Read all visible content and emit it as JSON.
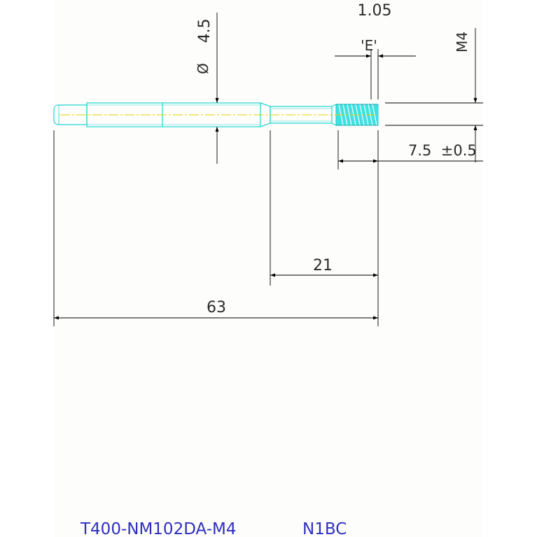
{
  "dimensions": {
    "thread_pitch": "1.05",
    "thread_ref": "'E'",
    "thread_size": "M4",
    "diameter_symbol": "Ø",
    "diameter_value": "4.5",
    "thread_length": "7.5  ±0.5",
    "shoulder_length": "21",
    "overall_length": "63"
  },
  "title_block": {
    "part_number": "T400-NM102DA-M4",
    "code": "N1BC"
  },
  "colors": {
    "part_outline": "#22d3d3",
    "thread_fill": "#3fe0e0",
    "centerline": "#e6d200",
    "dimension_line": "#000000",
    "title_text": "#2f2fbf",
    "paper": "#fdfdfb"
  }
}
